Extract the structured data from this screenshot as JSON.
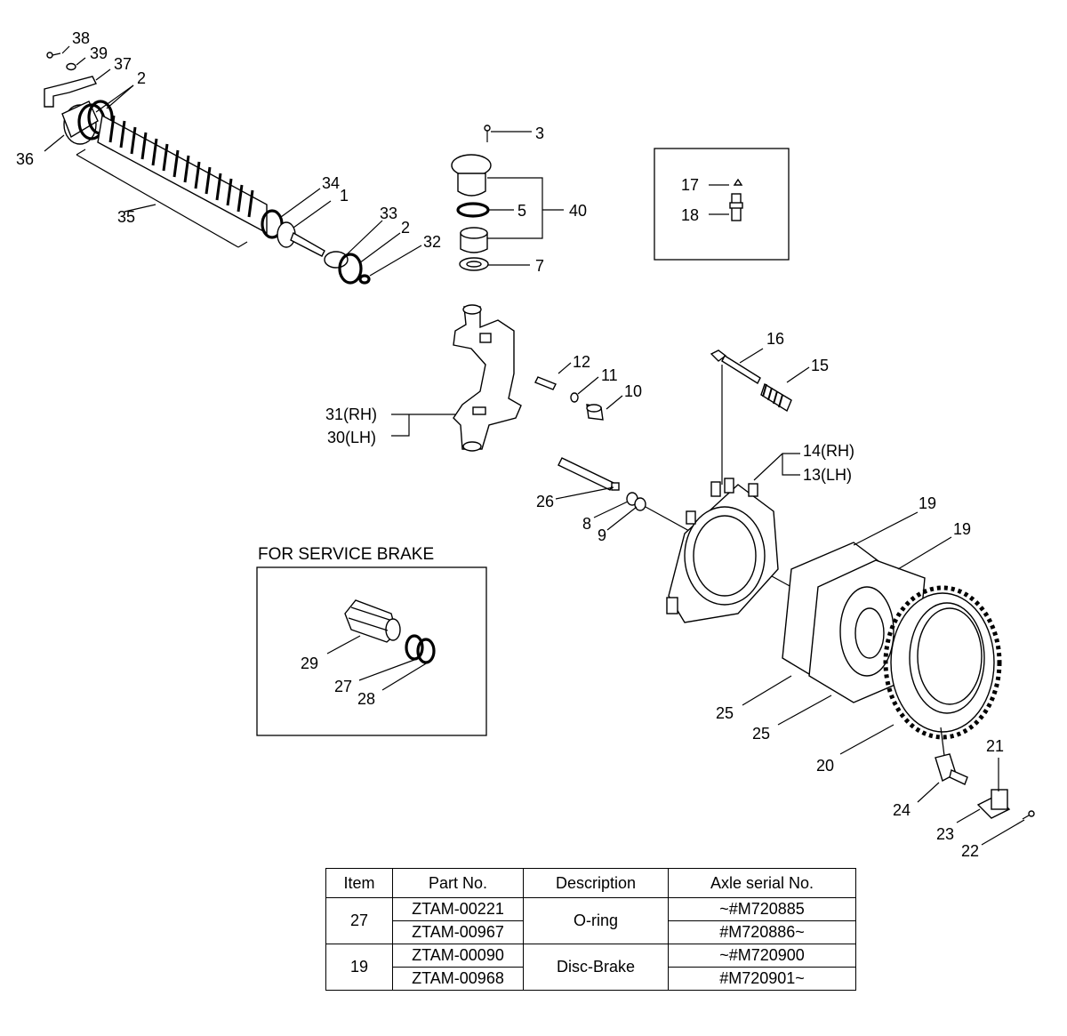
{
  "service_box_title": "FOR SERVICE BRAKE",
  "callouts": {
    "c38": "38",
    "c39": "39",
    "c37": "37",
    "c2a": "2",
    "c36": "36",
    "c34": "34",
    "c1": "1",
    "c35": "35",
    "c33": "33",
    "c2b": "2",
    "c32": "32",
    "c3": "3",
    "c5": "5",
    "c40": "40",
    "c7": "7",
    "c17": "17",
    "c18": "18",
    "c12": "12",
    "c11": "11",
    "c10": "10",
    "c31": "31(RH)",
    "c30": "30(LH)",
    "c16": "16",
    "c15": "15",
    "c14": "14(RH)",
    "c13": "13(LH)",
    "c26": "26",
    "c8": "8",
    "c9": "9",
    "c19a": "19",
    "c19b": "19",
    "c29": "29",
    "c27": "27",
    "c28": "28",
    "c25a": "25",
    "c25b": "25",
    "c20": "20",
    "c21": "21",
    "c24": "24",
    "c23": "23",
    "c22": "22"
  },
  "table": {
    "headers": [
      "Item",
      "Part No.",
      "Description",
      "Axle serial No."
    ],
    "groups": [
      {
        "item": "27",
        "description": "O-ring",
        "rows": [
          {
            "part_no": "ZTAM-00221",
            "serial": "~#M720885"
          },
          {
            "part_no": "ZTAM-00967",
            "serial": "#M720886~"
          }
        ]
      },
      {
        "item": "19",
        "description": "Disc-Brake",
        "rows": [
          {
            "part_no": "ZTAM-00090",
            "serial": "~#M720900"
          },
          {
            "part_no": "ZTAM-00968",
            "serial": "#M720901~"
          }
        ]
      }
    ]
  }
}
